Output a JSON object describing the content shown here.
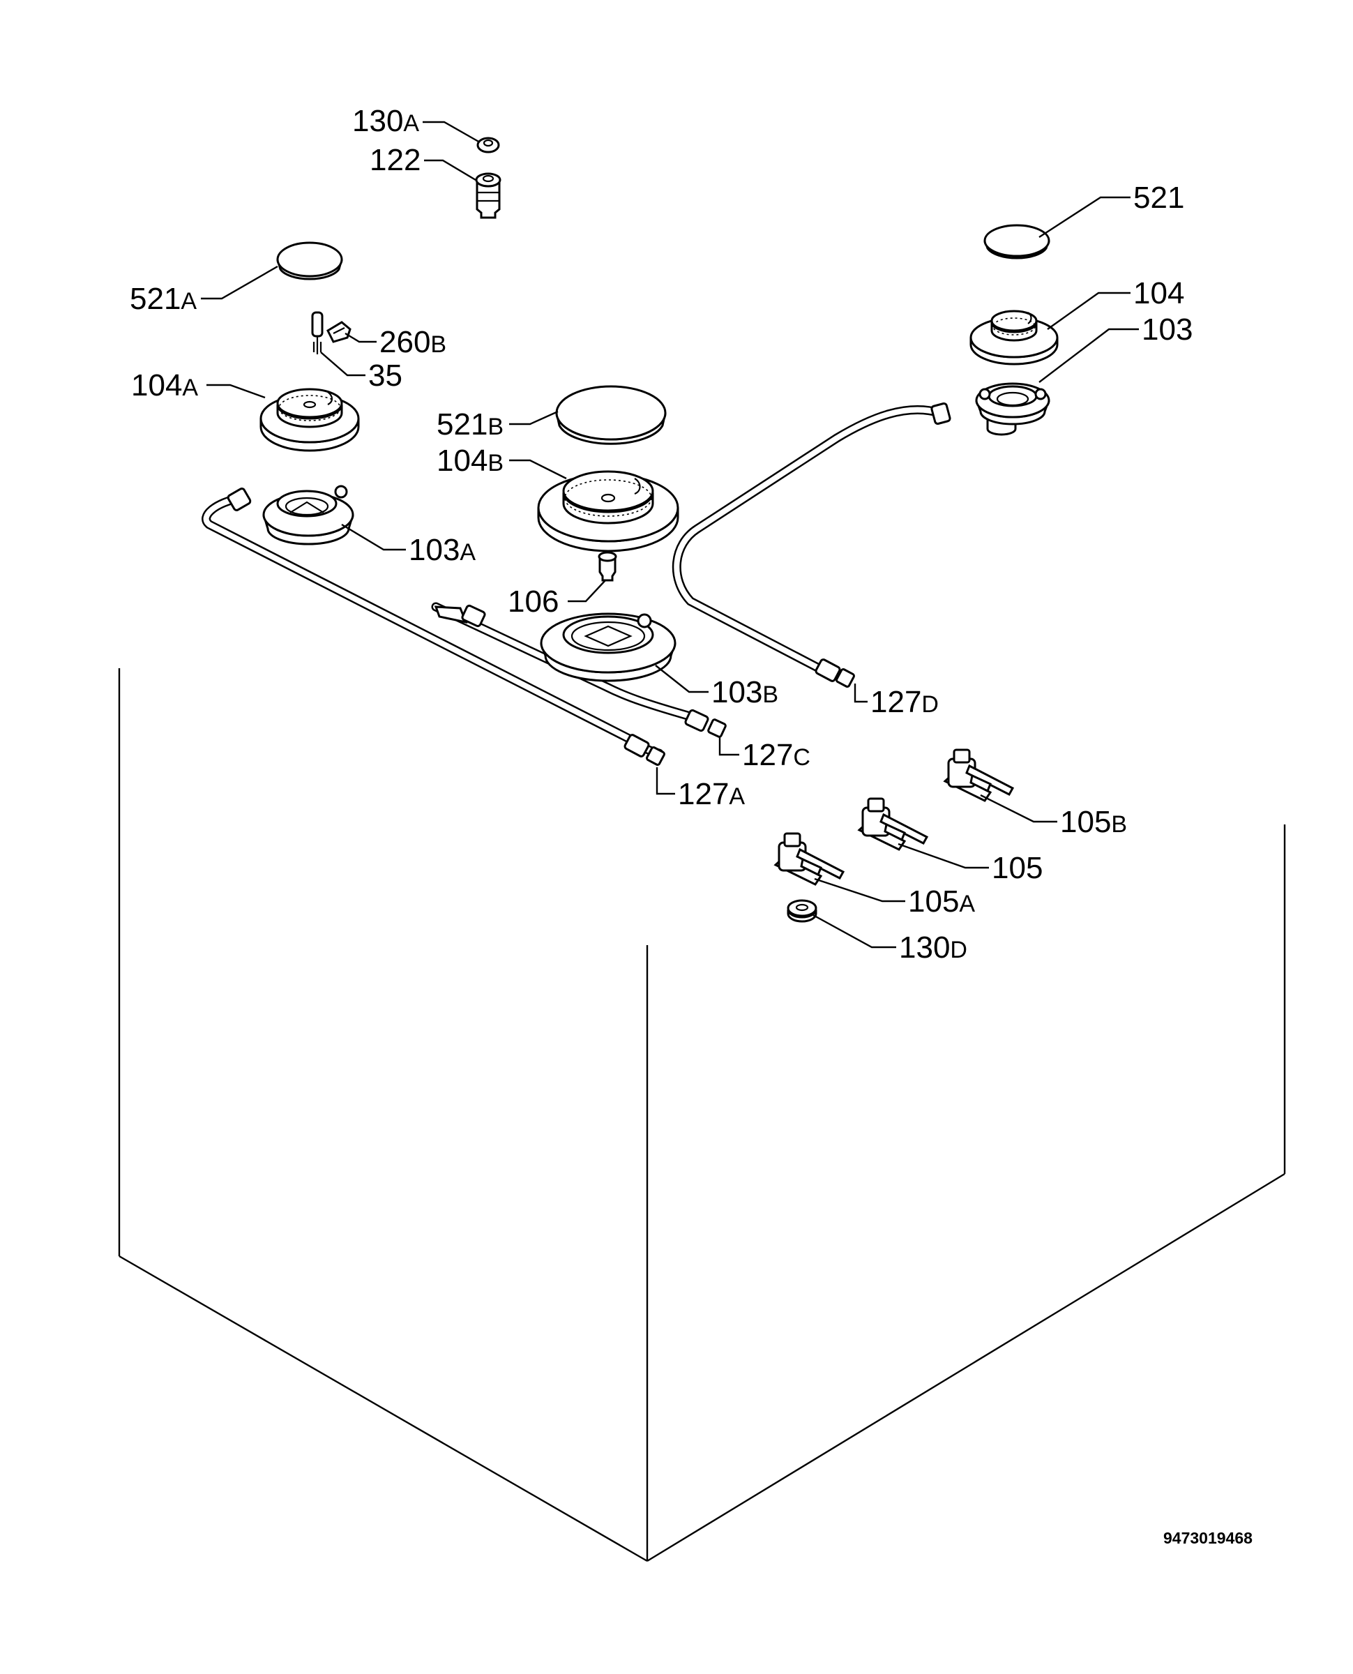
{
  "labels": {
    "l130A": {
      "num": "130",
      "suf": "A"
    },
    "l122": {
      "num": "122",
      "suf": ""
    },
    "l521": {
      "num": "521",
      "suf": ""
    },
    "l521A": {
      "num": "521",
      "suf": "A"
    },
    "l104": {
      "num": "104",
      "suf": ""
    },
    "l103": {
      "num": "103",
      "suf": ""
    },
    "l260B": {
      "num": "260",
      "suf": "B"
    },
    "l35": {
      "num": "35",
      "suf": ""
    },
    "l104A": {
      "num": "104",
      "suf": "A"
    },
    "l521B": {
      "num": "521",
      "suf": "B"
    },
    "l104B": {
      "num": "104",
      "suf": "B"
    },
    "l103A": {
      "num": "103",
      "suf": "A"
    },
    "l106": {
      "num": "106",
      "suf": ""
    },
    "l103B": {
      "num": "103",
      "suf": "B"
    },
    "l127D": {
      "num": "127",
      "suf": "D"
    },
    "l127C": {
      "num": "127",
      "suf": "C"
    },
    "l127A": {
      "num": "127",
      "suf": "A"
    },
    "l105B": {
      "num": "105",
      "suf": "B"
    },
    "l105": {
      "num": "105",
      "suf": ""
    },
    "l105A": {
      "num": "105",
      "suf": "A"
    },
    "l130D": {
      "num": "130",
      "suf": "D"
    }
  },
  "drawing_code": "9473019468"
}
